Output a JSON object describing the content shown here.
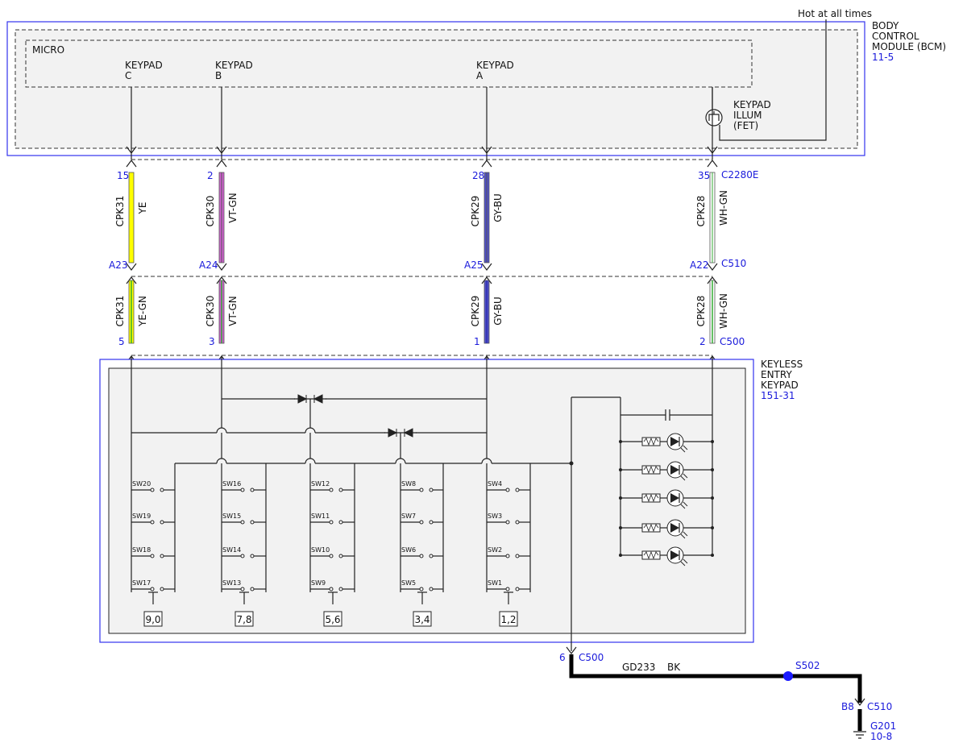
{
  "bcm": {
    "hot_label": "Hot at all times",
    "name_lines": [
      "BODY",
      "CONTROL",
      "MODULE (BCM)"
    ],
    "ref": "11-5",
    "micro_label": "MICRO",
    "illum_lines": [
      "KEYPAD",
      "ILLUM",
      "(FET)"
    ]
  },
  "circuits": [
    {
      "id": "c",
      "keypad_lines": [
        "KEYPAD",
        "C"
      ],
      "bcm_pin": "15",
      "upper_circuit": "CPK31",
      "upper_color_code": "YE",
      "upper_color": "#ffff00",
      "c510_pin": "A23",
      "lower_circuit": "CPK31",
      "lower_color_code": "YE-GN",
      "lower_stripe": "#33aa33",
      "kp_pin": "5"
    },
    {
      "id": "b",
      "keypad_lines": [
        "KEYPAD",
        "B"
      ],
      "bcm_pin": "2",
      "upper_circuit": "CPK30",
      "upper_color_code": "VT-GN",
      "upper_color": "#d060d0",
      "c510_pin": "A24",
      "lower_circuit": "CPK30",
      "lower_color_code": "VT-GN",
      "lower_stripe": "#33aa33",
      "kp_pin": "3"
    },
    {
      "id": "a",
      "keypad_lines": [
        "KEYPAD",
        "A"
      ],
      "bcm_pin": "28",
      "upper_circuit": "CPK29",
      "upper_color_code": "GY-BU",
      "upper_color": "#5050c8",
      "c510_pin": "A25",
      "lower_circuit": "CPK29",
      "lower_color_code": "GY-BU",
      "lower_stripe": "#3030b0",
      "kp_pin": "1"
    },
    {
      "id": "illum",
      "keypad_lines": [],
      "bcm_pin": "35",
      "upper_circuit": "CPK28",
      "upper_color_code": "WH-GN",
      "upper_color": "#ffffff",
      "c510_pin": "A22",
      "lower_circuit": "CPK28",
      "lower_color_code": "WH-GN",
      "lower_stripe": "#33aa33",
      "kp_pin": "2"
    }
  ],
  "connectors": {
    "bcm_connector": "C2280E",
    "inline_connector": "C510",
    "keypad_connector": "C500"
  },
  "keypad": {
    "name_lines": [
      "KEYLESS",
      "ENTRY",
      "KEYPAD"
    ],
    "ref": "151-31",
    "switches": [
      [
        "SW20",
        "SW19",
        "SW18",
        "SW17"
      ],
      [
        "SW16",
        "SW15",
        "SW14",
        "SW13"
      ],
      [
        "SW12",
        "SW11",
        "SW10",
        "SW9"
      ],
      [
        "SW8",
        "SW7",
        "SW6",
        "SW5"
      ],
      [
        "SW4",
        "SW3",
        "SW2",
        "SW1"
      ]
    ],
    "buttons": [
      "9,0",
      "7,8",
      "5,6",
      "3,4",
      "1,2"
    ]
  },
  "ground": {
    "keypad_pin": "6",
    "keypad_connector": "C500",
    "circuit": "GD233",
    "color_code": "BK",
    "splice": "S502",
    "c510_pin": "B8",
    "c510_connector": "C510",
    "ground_id": "G201",
    "ground_ref": "10-8"
  },
  "colors": {
    "module_border": "#3333ee",
    "module_fill": "#f2f2f2",
    "ref_text": "#1a1adb",
    "splice": "#1a1aff"
  }
}
